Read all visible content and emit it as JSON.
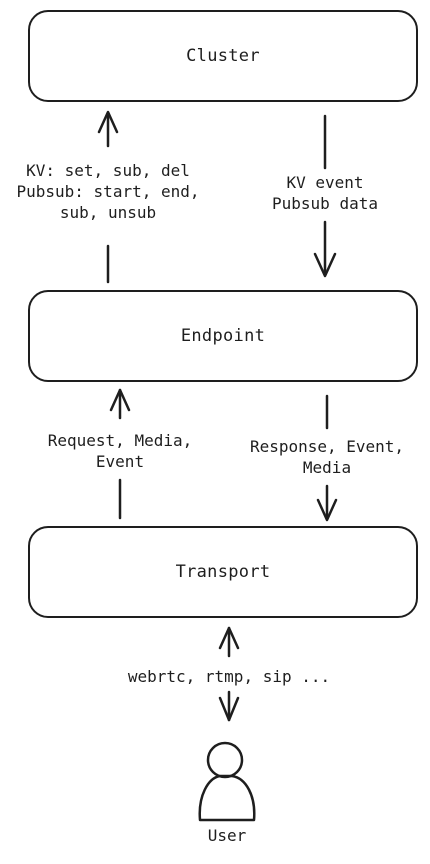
{
  "nodes": {
    "cluster": "Cluster",
    "endpoint": "Endpoint",
    "transport": "Transport",
    "user": "User"
  },
  "edges": {
    "endpoint_to_cluster": [
      "KV: set, sub, del",
      "Pubsub: start, end,",
      "sub, unsub"
    ],
    "cluster_to_endpoint": [
      "KV event",
      "Pubsub data"
    ],
    "transport_to_endpoint": [
      "Request, Media,",
      "Event"
    ],
    "endpoint_to_transport": [
      "Response, Event,",
      "Media"
    ],
    "user_transport": [
      "webrtc, rtmp, sip ..."
    ]
  },
  "colors": {
    "stroke": "#1e1e1e",
    "background": "#ffffff"
  }
}
